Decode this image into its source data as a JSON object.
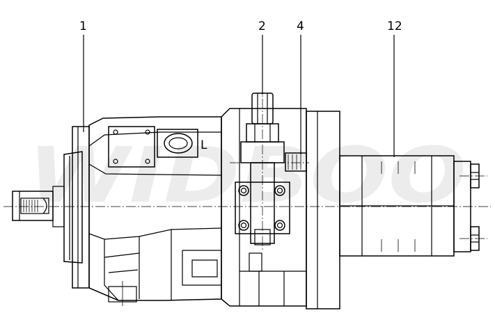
{
  "watermark": "WIDBOO",
  "port_label": "L",
  "callouts": [
    {
      "id": "1",
      "text": "1"
    },
    {
      "id": "2",
      "text": "2"
    },
    {
      "id": "4",
      "text": "4"
    },
    {
      "id": "12",
      "text": "12"
    }
  ]
}
